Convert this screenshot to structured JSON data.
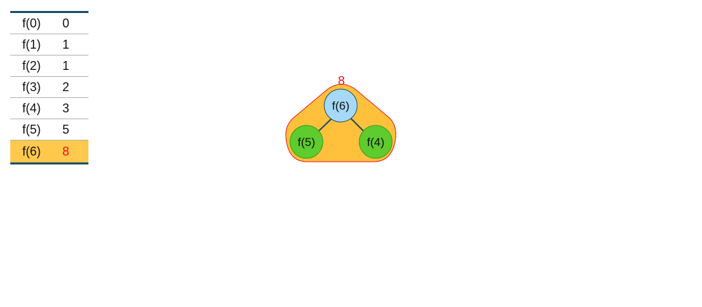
{
  "memo_table": {
    "rows": [
      {
        "key": "f(0)",
        "value": "0"
      },
      {
        "key": "f(1)",
        "value": "1"
      },
      {
        "key": "f(2)",
        "value": "1"
      },
      {
        "key": "f(3)",
        "value": "2"
      },
      {
        "key": "f(4)",
        "value": "3"
      },
      {
        "key": "f(5)",
        "value": "5"
      },
      {
        "key": "f(6)",
        "value": "8"
      }
    ]
  },
  "tree": {
    "result": "8",
    "root": "f(6)",
    "left_child": "f(5)",
    "right_child": "f(4)"
  },
  "colors": {
    "table_border": "#1e4e63",
    "highlight": "#ffc94d",
    "result_text": "#e8141b",
    "root_node": "#a6d9f7",
    "child_node": "#5ecb2e",
    "group_fill": "#ffc13b",
    "group_stroke": "#e8141b"
  }
}
